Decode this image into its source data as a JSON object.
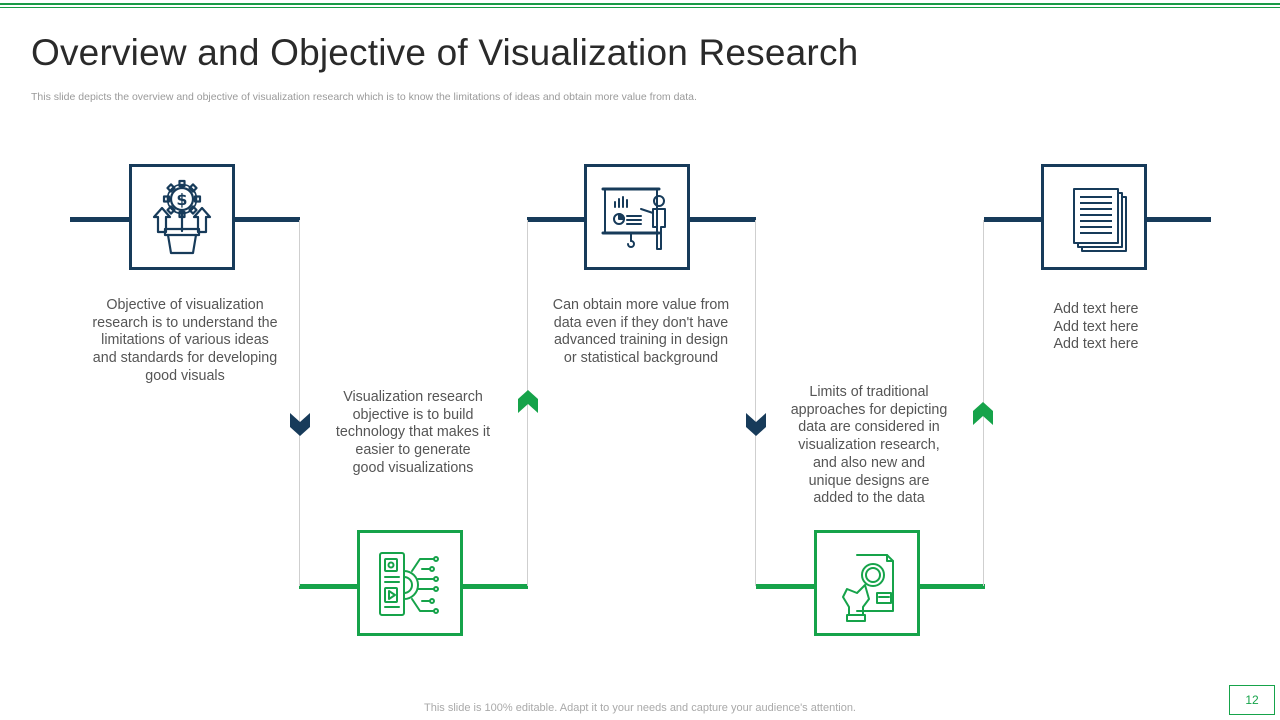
{
  "slide": {
    "title": "Overview and Objective of Visualization Research",
    "subtitle": "This slide depicts the overview and objective of visualization research which is to know the limitations of ideas and obtain more value from data.",
    "footer": "This slide is 100% editable. Adapt it to your needs and capture your audience's attention.",
    "page_number": "12"
  },
  "colors": {
    "navy": "#173b5a",
    "green": "#16a34a",
    "connector": "#cfcfcf"
  },
  "steps": [
    {
      "icon": "money-plant-icon",
      "text": "Objective of visualization\nresearch is to understand the\nlimitations of various ideas\nand standards for developing\ngood visuals"
    },
    {
      "icon": "technology-circuit-icon",
      "text": "Visualization research\nobjective is to build\ntechnology that makes it\neasier to generate\ngood visualizations"
    },
    {
      "icon": "presentation-board-icon",
      "text": "Can obtain more value from\ndata even if they don't have\nadvanced training in design\nor statistical background"
    },
    {
      "icon": "magnify-document-icon",
      "text": "Limits of traditional\napproaches for depicting\ndata are considered in\nvisualization research,\nand also new and\nunique designs are\nadded to the data"
    },
    {
      "icon": "documents-icon",
      "text": "Add text here\nAdd text here\nAdd text here"
    }
  ]
}
